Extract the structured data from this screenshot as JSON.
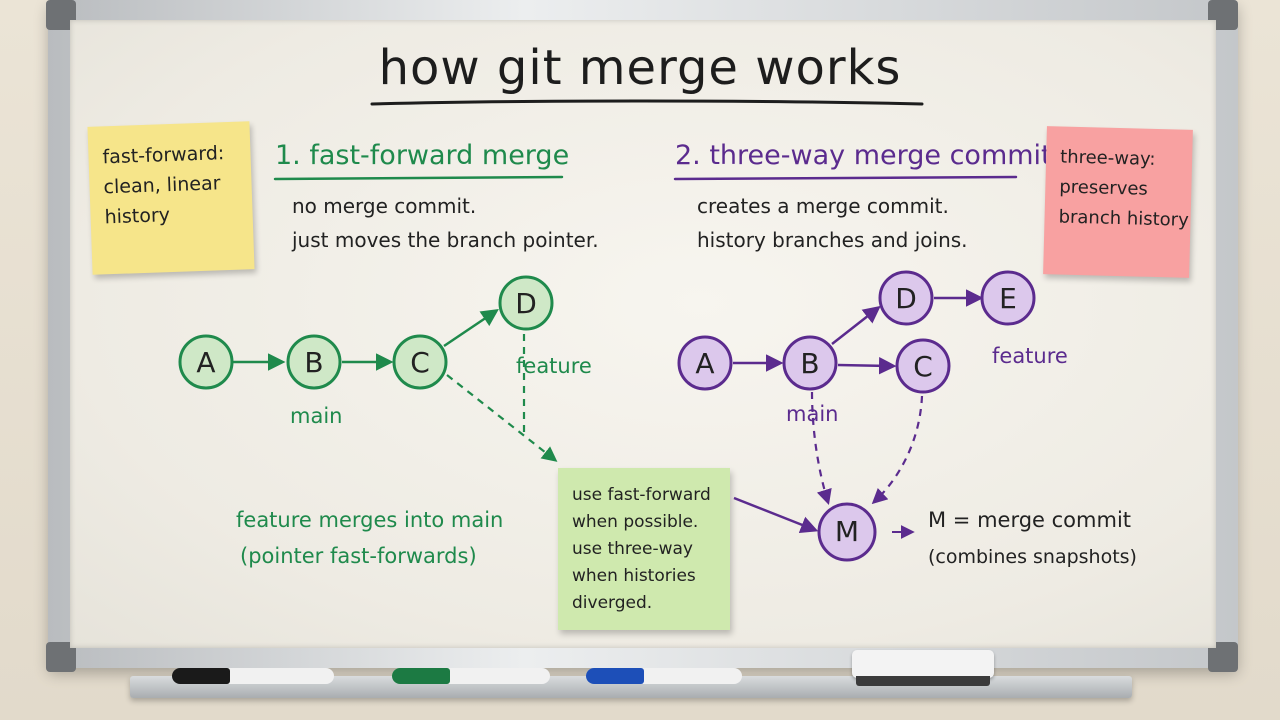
{
  "title": "how git merge works",
  "notes": {
    "left": [
      "fast-forward:",
      "clean, linear",
      "history"
    ],
    "right": [
      "three-way:",
      "preserves",
      "branch history"
    ],
    "bottom": [
      "use fast-forward",
      "when possible.",
      "use three-way",
      "when histories",
      "diverged."
    ]
  },
  "fast_forward": {
    "heading": "1. fast-forward merge",
    "desc": [
      "no merge commit.",
      "just moves the branch pointer."
    ],
    "commits": [
      "A",
      "B",
      "C",
      "D"
    ],
    "main_label": "main",
    "feature_label": "feature",
    "caption": [
      "feature merges into main",
      "(pointer fast-forwards)"
    ]
  },
  "three_way": {
    "heading": "2. three-way merge commit",
    "desc": [
      "creates a merge commit.",
      "history branches and joins."
    ],
    "commits": [
      "A",
      "B",
      "C",
      "D",
      "E",
      "M"
    ],
    "main_label": "main",
    "feature_label": "feature",
    "legend": [
      "M = merge commit",
      "(combines snapshots)"
    ]
  },
  "colors": {
    "green": "#1f8a4c",
    "green_fill": "#cfe8c7",
    "purple": "#5b2b8e",
    "purple_fill": "#dcc8ec",
    "note_yellow": "#f6e58a",
    "note_pink": "#f8a1a1",
    "note_green": "#cfe9ae"
  }
}
